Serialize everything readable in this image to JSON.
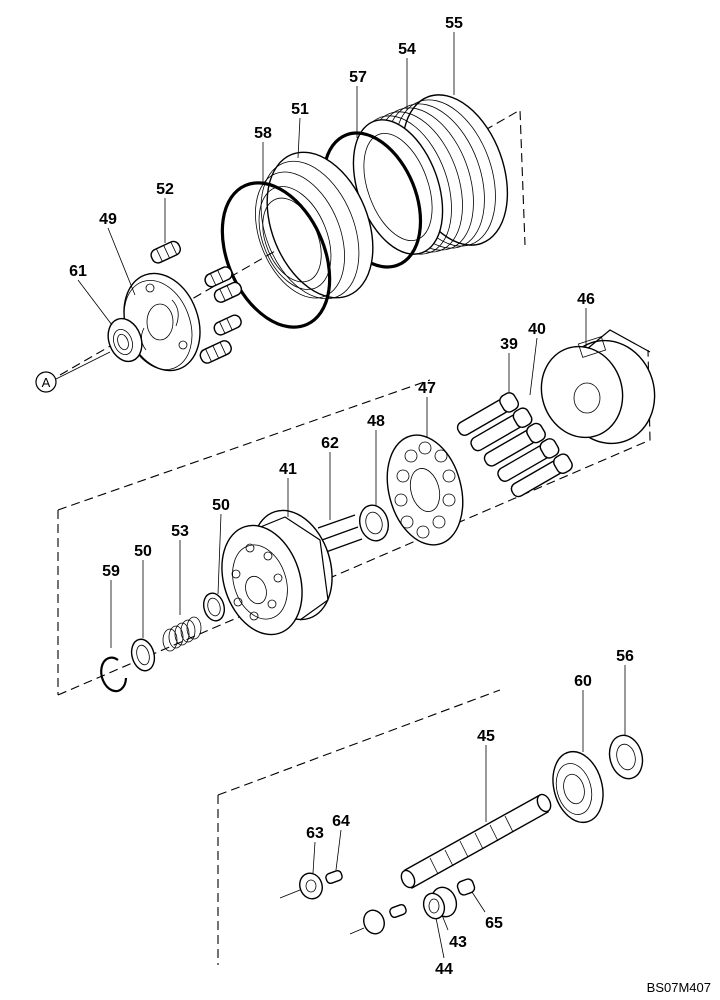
{
  "diagram": {
    "drawing_code": "BS07M407",
    "callout_a": "A",
    "part_numbers": {
      "p55": "55",
      "p54": "54",
      "p57": "57",
      "p51": "51",
      "p58": "58",
      "p52": "52",
      "p49": "49",
      "p61": "61",
      "p46": "46",
      "p40": "40",
      "p39": "39",
      "p47": "47",
      "p48": "48",
      "p62": "62",
      "p41": "41",
      "p50a": "50",
      "p53": "53",
      "p50b": "50",
      "p59": "59",
      "p56": "56",
      "p60": "60",
      "p45": "45",
      "p64": "64",
      "p63": "63",
      "p65": "65",
      "p43": "43",
      "p44": "44"
    }
  }
}
